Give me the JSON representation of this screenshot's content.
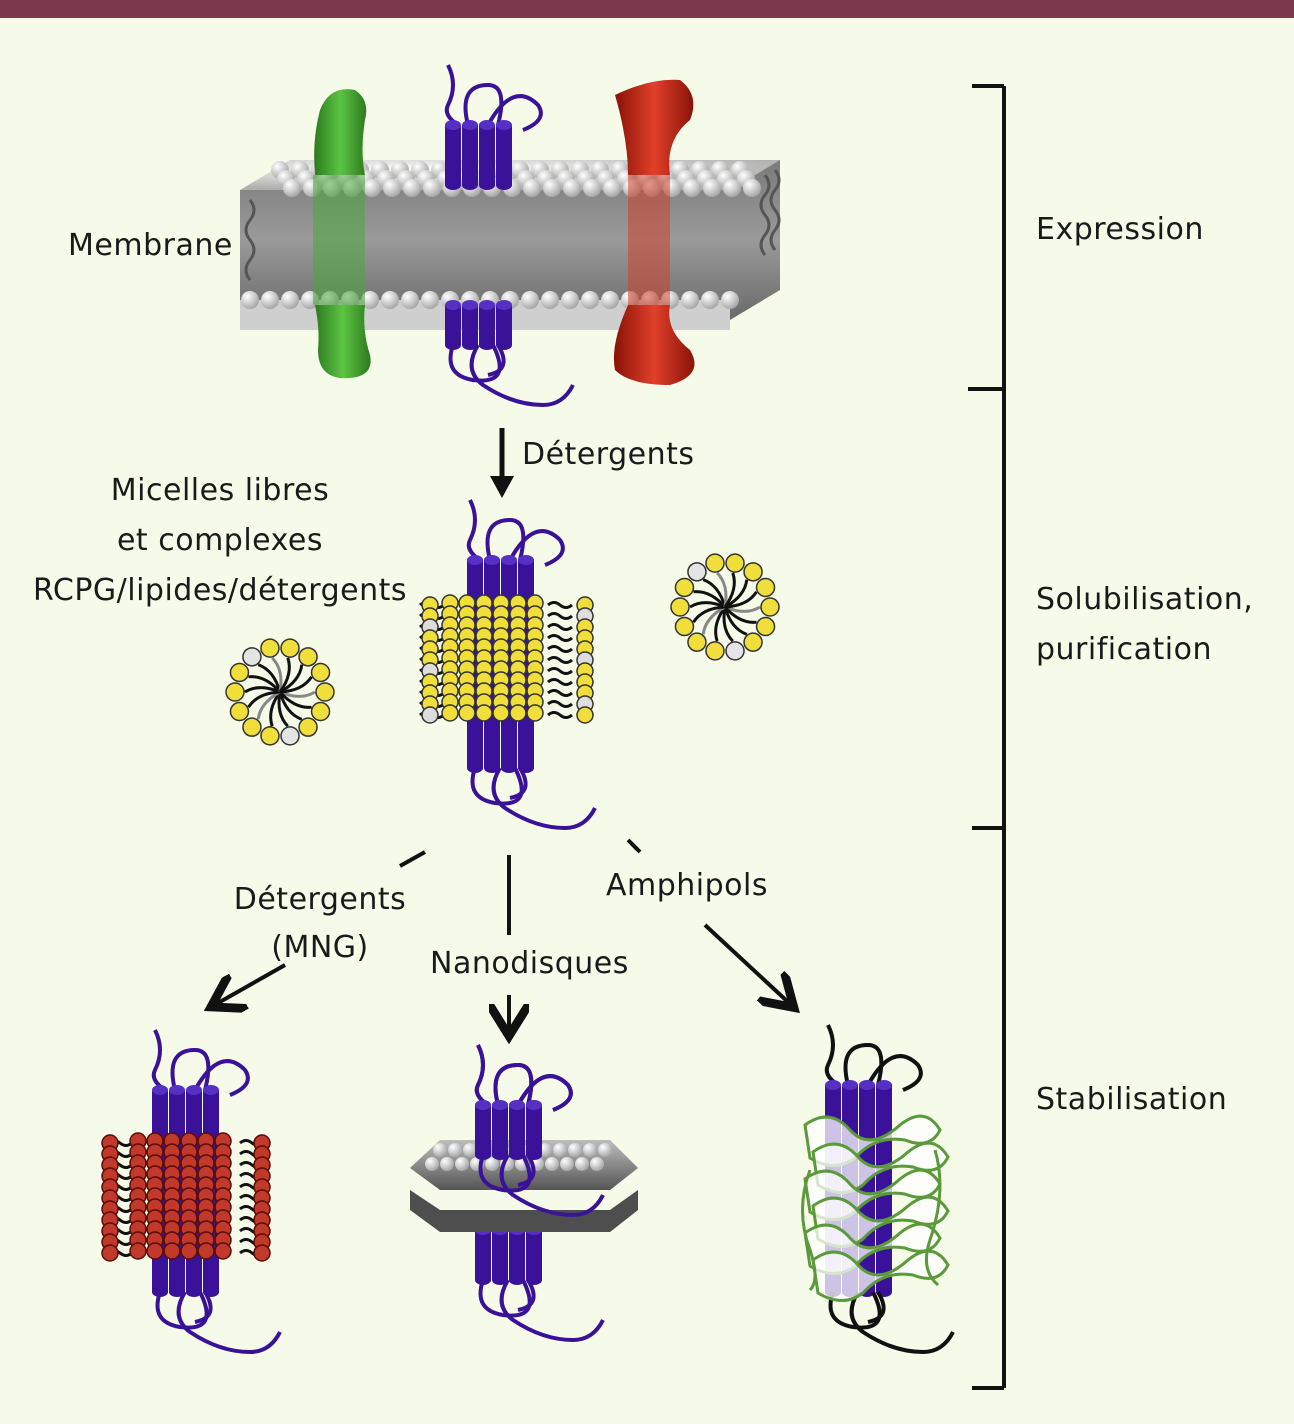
{
  "labels": {
    "membrane": "Membrane",
    "detergents_arrow": "Détergents",
    "micelles_line1": "Micelles libres",
    "micelles_line2": "et complexes",
    "micelles_line3": "RCPG/lipides/détergents",
    "mng_line1": "Détergents",
    "mng_line2": "(MNG)",
    "nanodisques": "Nanodisques",
    "amphipols": "Amphipols"
  },
  "stages": {
    "expression": "Expression",
    "solubilisation_line1": "Solubilisation,",
    "solubilisation_line2": "purification",
    "stabilisation": "Stabilisation"
  },
  "colors": {
    "header_bar": "#7a3a4c",
    "background": "#f5fae9",
    "receptor": "#3a1199",
    "detergent_head": "#f0de3a",
    "mng_head": "#c0392b",
    "green_protein": "#3d9a2a",
    "red_protein": "#c0271a",
    "amphipol": "#5a9a3a"
  }
}
